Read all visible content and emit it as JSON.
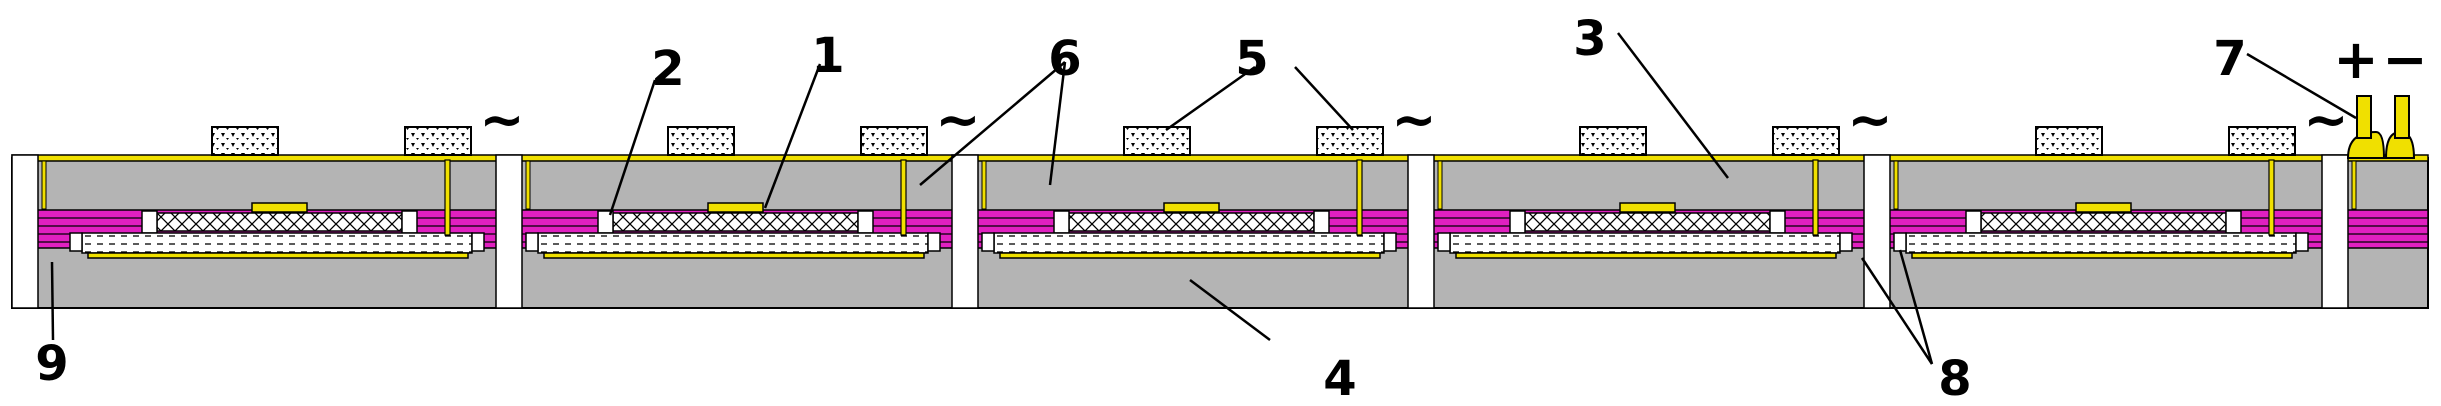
{
  "diagram": {
    "labels": {
      "l1": "1",
      "l2": "2",
      "l3": "3",
      "l4": "4",
      "l5": "5",
      "l6": "6",
      "l7": "7",
      "l8": "8",
      "l9": "9"
    },
    "symbols": {
      "ac": "~",
      "plus": "+",
      "minus": "−"
    },
    "colors": {
      "substrate": "#b4b4b4",
      "conductor": "#f0e000",
      "dielectric": "#e020c0",
      "outline": "#000000",
      "background": "#ffffff"
    }
  }
}
